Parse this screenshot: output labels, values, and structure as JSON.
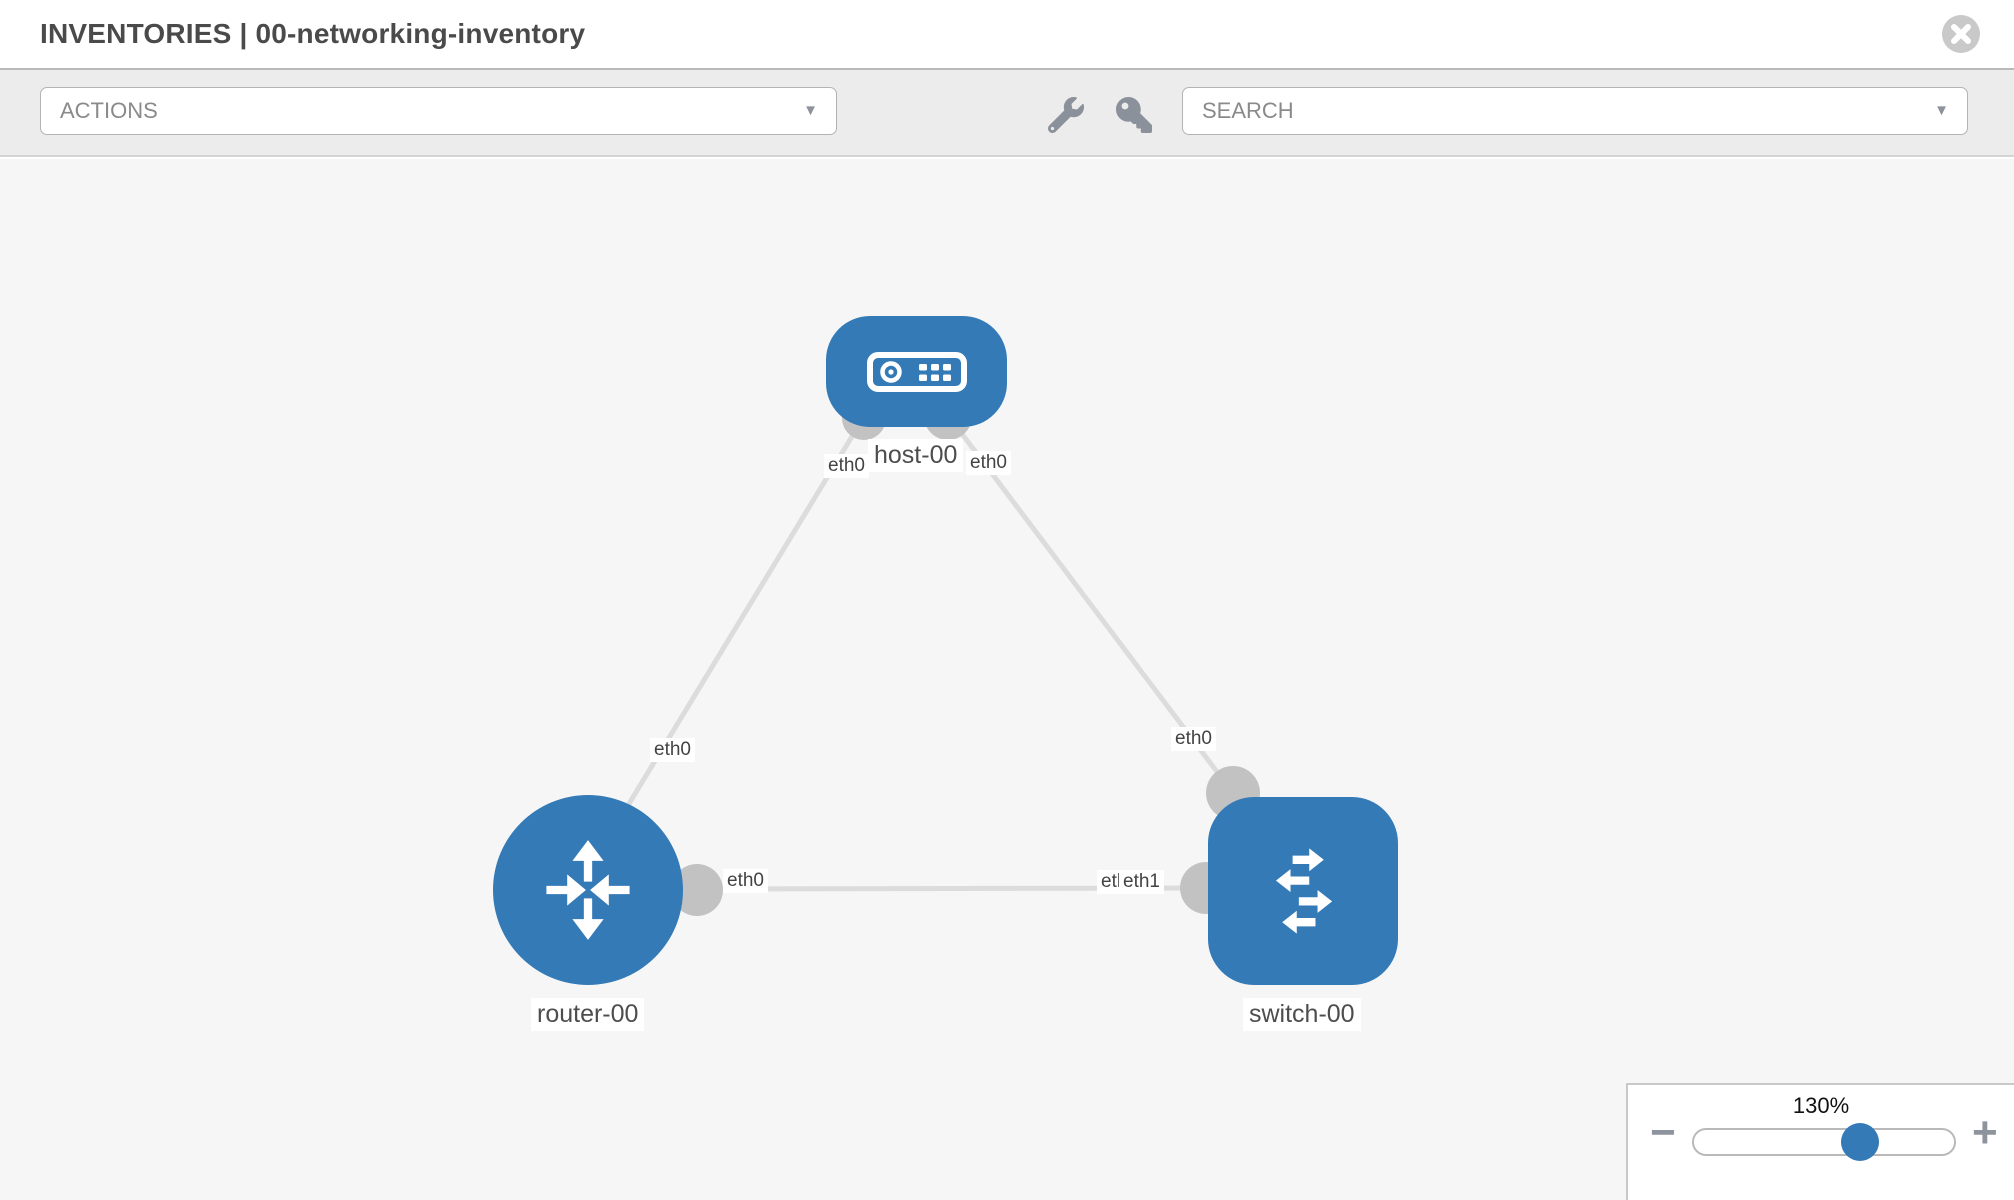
{
  "header": {
    "title": "INVENTORIES | 00-networking-inventory"
  },
  "toolbar": {
    "actions": {
      "placeholder": "ACTIONS"
    },
    "search": {
      "placeholder": "SEARCH"
    },
    "icons": [
      "wrench-icon",
      "key-icon"
    ]
  },
  "canvas": {
    "nodes": [
      {
        "label": "host-00",
        "type": "host"
      },
      {
        "label": "router-00",
        "type": "router"
      },
      {
        "label": "switch-00",
        "type": "switch"
      }
    ],
    "links": [
      {
        "from": "host-00",
        "to": "router-00",
        "from_interface": "eth0",
        "to_interface": "eth0"
      },
      {
        "from": "host-00",
        "to": "switch-00",
        "from_interface": "eth0",
        "to_interface": "eth0"
      },
      {
        "from": "router-00",
        "to": "switch-00",
        "from_interface": "eth0",
        "to_interface": "eth1",
        "to_interface_overlapped": "eth0"
      }
    ]
  },
  "zoom": {
    "level": "130%",
    "minus": "−",
    "plus": "+"
  },
  "colors": {
    "node_blue": "#337ab7",
    "link_gray": "#dcdcdc",
    "endpoint_gray": "#c2c2c2",
    "icon_gray": "#8b919a"
  }
}
